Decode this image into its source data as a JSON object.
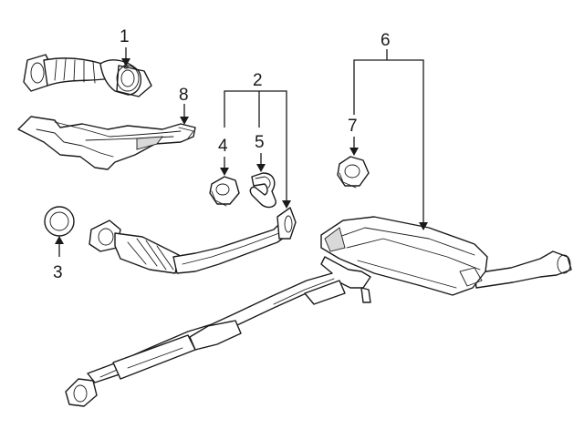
{
  "diagram": {
    "callouts": {
      "c1": "1",
      "c2": "2",
      "c3": "3",
      "c4": "4",
      "c5": "5",
      "c6": "6",
      "c7": "7",
      "c8": "8"
    },
    "colors": {
      "line": "#1a1a1a",
      "fill": "#ffffff",
      "shade": "#d9d9d9"
    }
  }
}
